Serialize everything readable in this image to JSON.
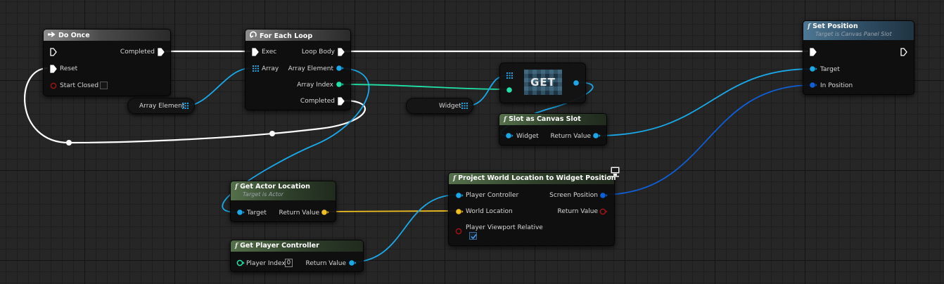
{
  "nodes": {
    "do_once": {
      "title": "Do Once",
      "completed": "Completed",
      "reset": "Reset",
      "start_closed": "Start Closed"
    },
    "for_each_loop": {
      "title": "For Each Loop",
      "exec": "Exec",
      "array": "Array",
      "loop_body": "Loop Body",
      "array_element": "Array Element",
      "array_index": "Array Index",
      "completed": "Completed"
    },
    "array_element_var": {
      "label": "Array Element"
    },
    "widget_var": {
      "label": "Widget"
    },
    "get": {
      "label": "GET"
    },
    "slot_as_canvas_slot": {
      "title": "Slot as Canvas Slot",
      "widget": "Widget",
      "return_value": "Return Value"
    },
    "set_position": {
      "title": "Set Position",
      "subtitle": "Target is Canvas Panel Slot",
      "target": "Target",
      "in_position": "In Position"
    },
    "get_actor_location": {
      "title": "Get Actor Location",
      "subtitle": "Target is Actor",
      "target": "Target",
      "return_value": "Return Value"
    },
    "project_world": {
      "title": "Project World Location to Widget Position",
      "player_controller": "Player Controller",
      "world_location": "World Location",
      "player_viewport_relative": "Player Viewport Relative",
      "screen_position": "Screen Position",
      "return_value": "Return Value",
      "player_viewport_relative_checked": true
    },
    "get_player_controller": {
      "title": "Get Player Controller",
      "player_index": "Player Index",
      "player_index_value": "0",
      "return_value": "Return Value"
    }
  },
  "colors": {
    "exec": "#ffffff",
    "object": "#1aa8e8",
    "integer": "#1fe3a9",
    "vector": "#f0c020",
    "vector2d": "#0f5fd6",
    "boolean": "#9a1414",
    "struct_dark_blue": "#0f5fd6"
  },
  "icons": {
    "function": "f-function-icon",
    "do_once": "arrow-right-icon",
    "loop": "loop-icon",
    "client_only": "monitor-icon"
  }
}
